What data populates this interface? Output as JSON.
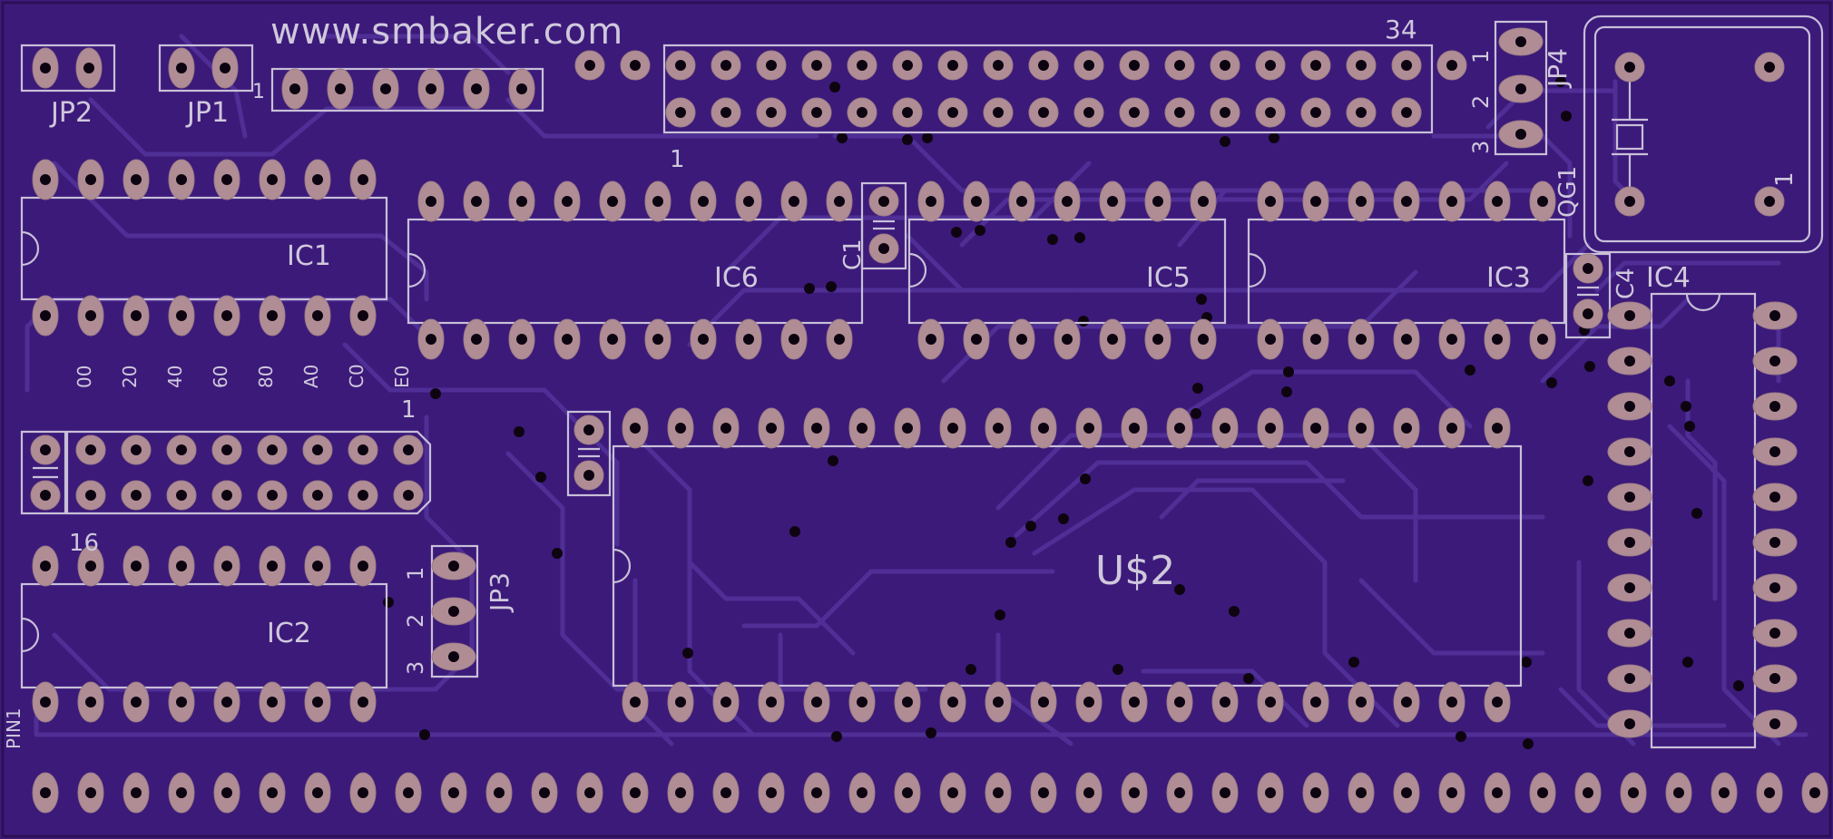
{
  "board": {
    "website": "www.smbaker.com",
    "colors": {
      "substrate": "#3c1a7a",
      "copper": "#4f2f95",
      "pad": "#b08d95",
      "silkscreen": "#c8c0d8",
      "hole": "#0c0410"
    }
  },
  "labels": {
    "jp2": "JP2",
    "jp1": "JP1",
    "jp3": "JP3",
    "jp4": "JP4",
    "ic1": "IC1",
    "ic2": "IC2",
    "ic3": "IC3",
    "ic4": "IC4",
    "ic5": "IC5",
    "ic6": "IC6",
    "c1": "C1",
    "c4": "C4",
    "u2": "U$2",
    "qg1": "QG1",
    "pin1": "PIN1",
    "header_pin34": "34",
    "header_pin1": "1",
    "dip_pin1": "1",
    "dip_pin16": "16",
    "sip_pin1": "1",
    "osc_pin1": "1",
    "jp3_pins": [
      "1",
      "2",
      "3"
    ],
    "jp4_pins": [
      "1",
      "2",
      "3"
    ],
    "addresses": [
      "00",
      "20",
      "40",
      "60",
      "80",
      "A0",
      "C0",
      "E0"
    ]
  }
}
